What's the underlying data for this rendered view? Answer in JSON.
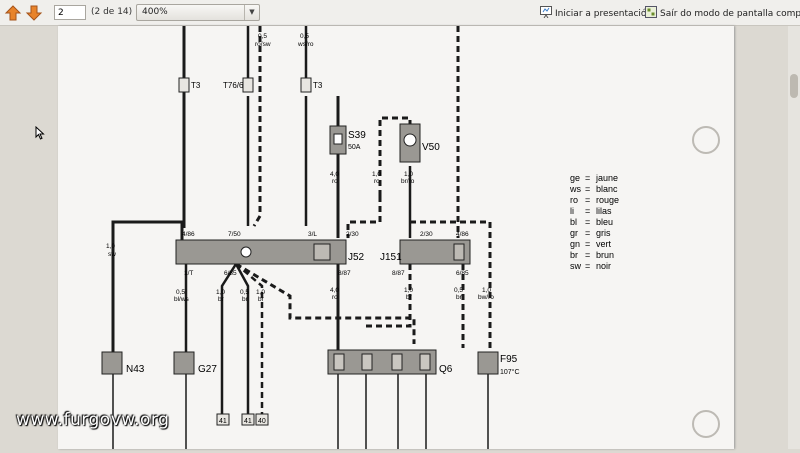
{
  "toolbar": {
    "page_value": "2",
    "page_count": "(2 de 14)",
    "zoom_value": "400%",
    "start_presentation": "Iniciar a presentación",
    "exit_fullscreen": "Saír do modo de pantalla completa"
  },
  "diagram": {
    "wires_top": [
      {
        "size": "0,5",
        "color": "ro/sw"
      },
      {
        "size": "0,5",
        "color": "ws/ro"
      }
    ],
    "connectors_top": [
      "T3",
      "T76/6",
      "T3"
    ],
    "s39": {
      "name": "S39",
      "rating": "50A"
    },
    "v50": {
      "name": "V50"
    },
    "mid_wires": [
      {
        "size": "4,0",
        "color": "ro"
      },
      {
        "size": "1,0",
        "color": "ro"
      },
      {
        "size": "1,0",
        "color": "br/ro"
      }
    ],
    "left_wire": {
      "size": "1,0",
      "color": "sw"
    },
    "block_pins_top": [
      "4/86",
      "7/50",
      "3/L",
      "2/30",
      "2/30",
      "4/86"
    ],
    "block_pins_bottom": [
      "1/T",
      "6/85",
      "8/87",
      "8/87",
      "6/85"
    ],
    "relays": [
      "J52",
      "J151"
    ],
    "low_wires": [
      {
        "size": "0,5",
        "color": "bl/ws"
      },
      {
        "size": "1,0",
        "color": "br"
      },
      {
        "size": "0,5",
        "color": "br"
      },
      {
        "size": "1,0",
        "color": "br"
      },
      {
        "size": "4,0",
        "color": "ro"
      },
      {
        "size": "1,0",
        "color": "br"
      },
      {
        "size": "0,5",
        "color": "br"
      },
      {
        "size": "1,0",
        "color": "bw/ro"
      }
    ],
    "components_bottom": [
      "N43",
      "G27",
      "Q6",
      "F95"
    ],
    "f95_temp": "107°C",
    "ground_points": [
      "41",
      "41",
      "40"
    ],
    "legend": [
      {
        "code": "ge",
        "name": "jaune"
      },
      {
        "code": "ws",
        "name": "blanc"
      },
      {
        "code": "ro",
        "name": "rouge"
      },
      {
        "code": "li",
        "name": "lilas"
      },
      {
        "code": "bl",
        "name": "bleu"
      },
      {
        "code": "gr",
        "name": "gris"
      },
      {
        "code": "gn",
        "name": "vert"
      },
      {
        "code": "br",
        "name": "brun"
      },
      {
        "code": "sw",
        "name": "noir"
      }
    ]
  },
  "watermark": "www.furgovw.org"
}
